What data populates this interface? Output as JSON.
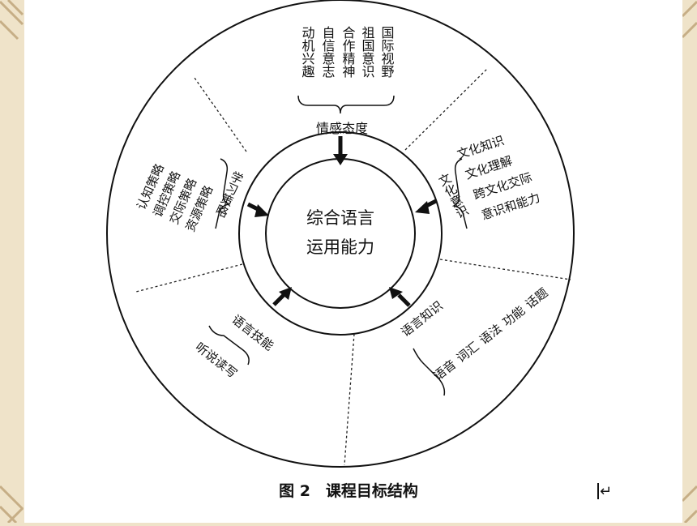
{
  "diagram": {
    "center": [
      "综合语言",
      "运用能力"
    ],
    "segments": {
      "attitude": {
        "title": "情感态度",
        "items": [
          "国际视野",
          "祖国意识",
          "合作精神",
          "自信意志",
          "动机兴趣"
        ]
      },
      "culture": {
        "title": "文化意识",
        "items": [
          "文化知识",
          "文化理解",
          "跨文化交际",
          "意识和能力"
        ]
      },
      "knowledge": {
        "title": "语言知识",
        "items": [
          "语音",
          "词汇",
          "语法",
          "功能",
          "话题"
        ]
      },
      "skills": {
        "title": "语言技能",
        "items": [
          "听说读写"
        ]
      },
      "strategy": {
        "title": "学习策略",
        "items": [
          "认知策略",
          "调控策略",
          "交际策略",
          "资源策略"
        ]
      }
    },
    "caption": "图 2　课程目标结构",
    "cursor_mark": "↵"
  },
  "colors": {
    "background": "#efe3c9",
    "ornament": "#c9b48f",
    "card": "#ffffff",
    "ink": "#111111"
  }
}
